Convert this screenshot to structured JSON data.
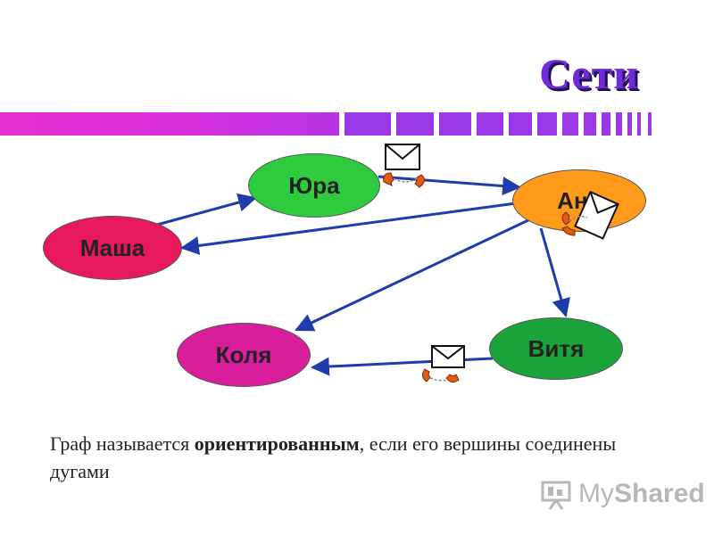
{
  "title": "Сети",
  "nodes": {
    "masha": "Маша",
    "yura": "Юра",
    "anya": "Аня",
    "kolya": "Коля",
    "vitya": "Витя"
  },
  "caption": {
    "part1": "Граф называется ",
    "bold": "ориентированным",
    "part2": ", если его вершины соединены дугами"
  },
  "watermark": {
    "text_my": "My",
    "text_shared": "Shared"
  },
  "colors": {
    "title": "#6d2bd9",
    "edge": "#1f3cad",
    "masha": "#e8195b",
    "yura": "#2ecb3f",
    "anya": "#ff9a1a",
    "kolya": "#d81e9a",
    "vitya": "#1aa33a"
  },
  "icons": [
    "envelope-icon",
    "telephone-icon"
  ]
}
